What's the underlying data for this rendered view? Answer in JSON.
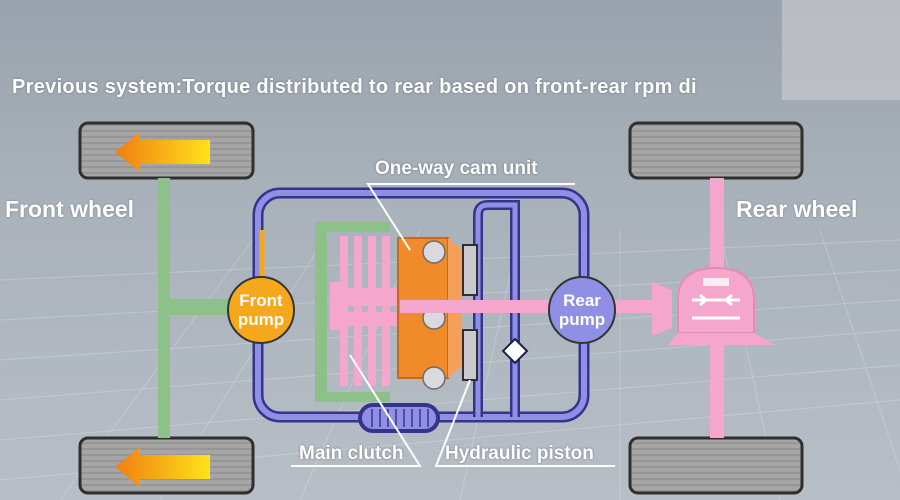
{
  "caption": "Previous system:Torque distributed to rear based on front-rear rpm di",
  "labels": {
    "front_wheel": "Front wheel",
    "rear_wheel": "Rear wheel",
    "one_way_cam": "One-way cam unit",
    "main_clutch": "Main clutch",
    "hydraulic_piston": "Hydraulic piston"
  },
  "pumps": {
    "front_line1": "Front",
    "front_line2": "pump",
    "rear_line1": "Rear",
    "rear_line2": "pump"
  },
  "colors": {
    "front_pump": "#f5a81c",
    "rear_pump": "#8f8fe6",
    "shaft_pink": "#f5a6cc",
    "front_axle_green": "#8cc28a",
    "oil_line_blue": "#3f3f9a",
    "cam_orange": "#f08a2a",
    "arrow_orange": "#f7a41e"
  }
}
